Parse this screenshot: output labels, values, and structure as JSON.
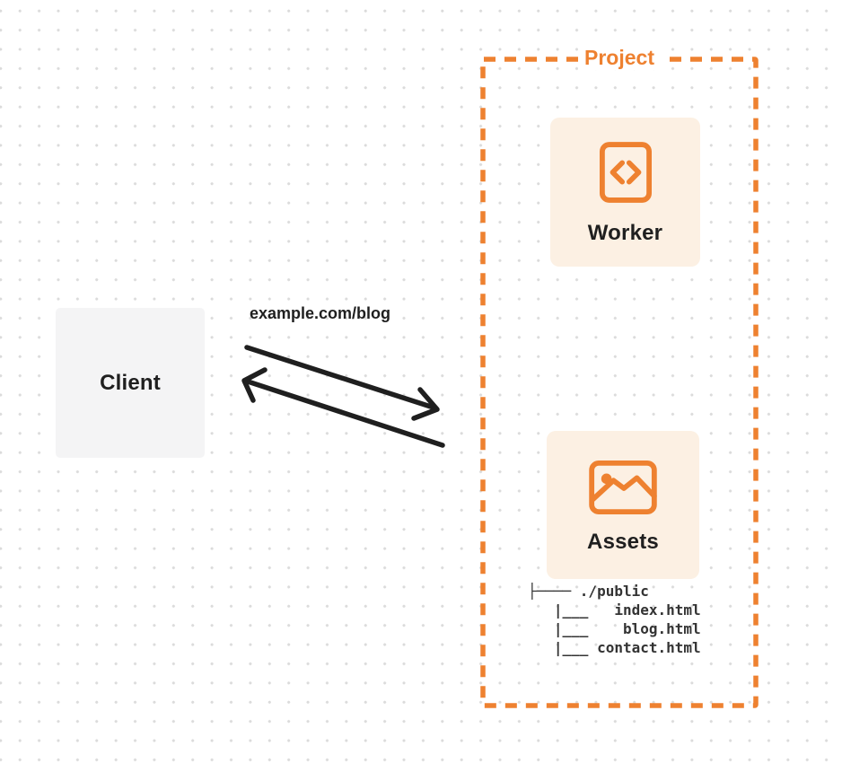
{
  "colors": {
    "orange": "#EE8130",
    "cardBg": "#FCF0E3",
    "clientBg": "#F4F4F5",
    "ink": "#1F1F1F",
    "treeInk": "#333333",
    "dot": "#DBDBDB",
    "pageBg": "#FFFFFF"
  },
  "client": {
    "label": "Client"
  },
  "request": {
    "label": "example.com/blog"
  },
  "project": {
    "title": "Project",
    "worker": {
      "label": "Worker",
      "icon": "code-file-icon"
    },
    "assets": {
      "label": "Assets",
      "icon": "image-icon",
      "tree": "├──── ./public\n   |___   index.html\n   |___    blog.html\n   |___ contact.html"
    }
  }
}
